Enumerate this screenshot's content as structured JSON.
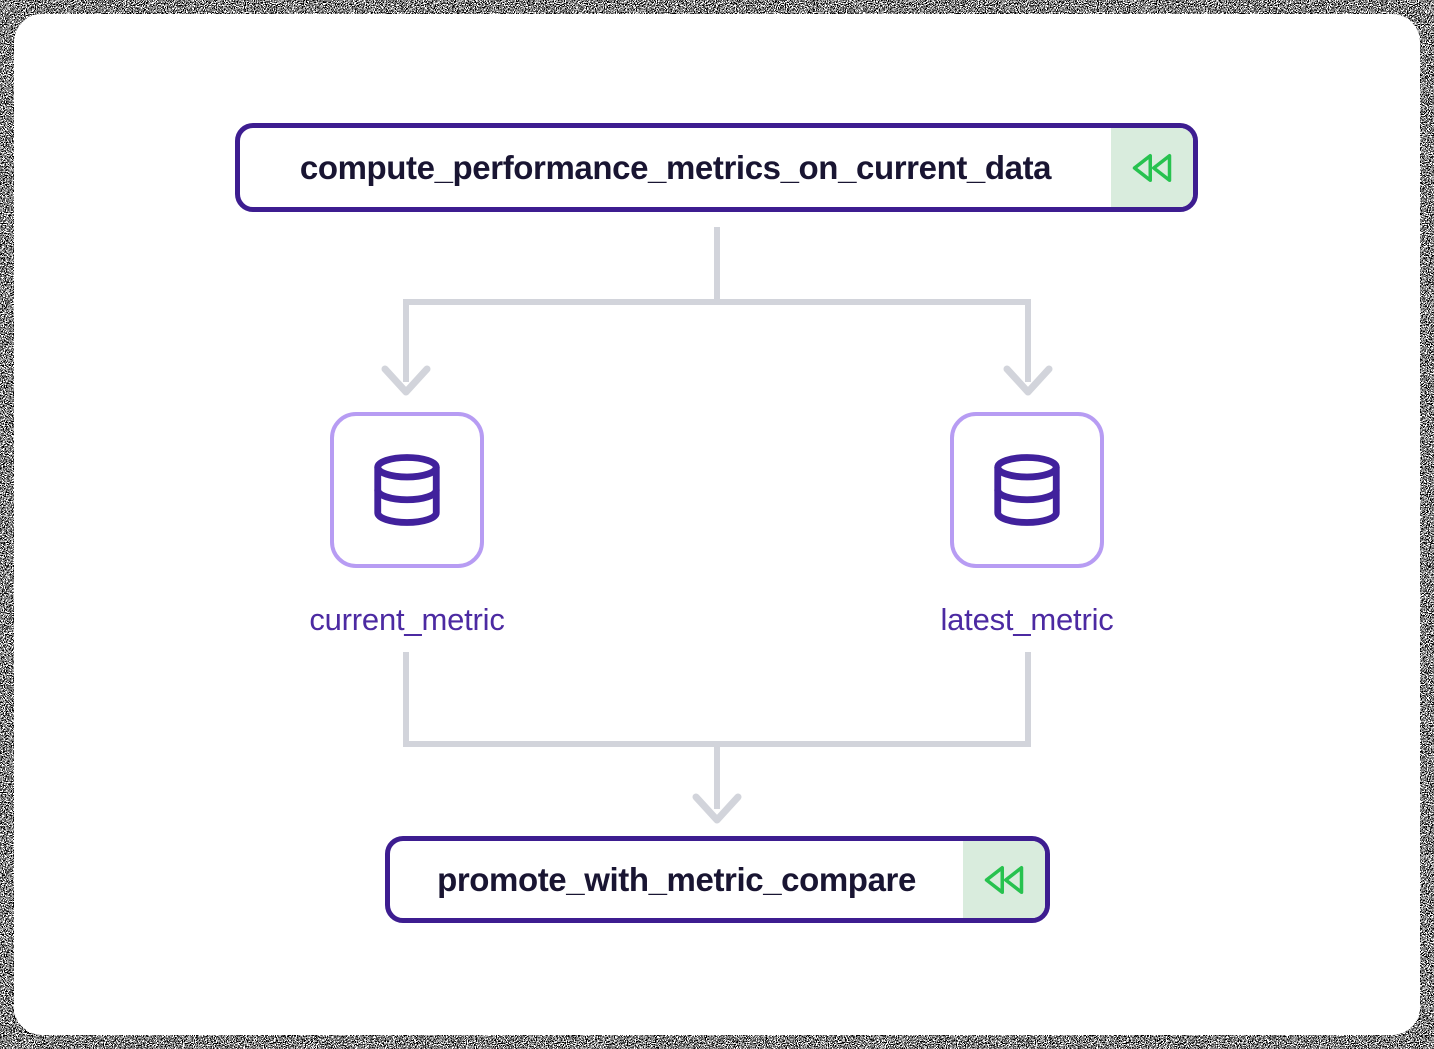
{
  "diagram": {
    "type": "pipeline-lineage-dag",
    "tasks": [
      {
        "id": "compute_performance_metrics_on_current_data",
        "label": "compute_performance_metrics_on_current_data",
        "badge_icon": "rewind-icon"
      },
      {
        "id": "promote_with_metric_compare",
        "label": "promote_with_metric_compare",
        "badge_icon": "rewind-icon"
      }
    ],
    "datasets": [
      {
        "id": "current_metric",
        "label": "current_metric",
        "icon": "database-icon"
      },
      {
        "id": "latest_metric",
        "label": "latest_metric",
        "icon": "database-icon"
      }
    ],
    "edges": [
      {
        "from": "compute_performance_metrics_on_current_data",
        "to": "current_metric"
      },
      {
        "from": "compute_performance_metrics_on_current_data",
        "to": "latest_metric"
      },
      {
        "from": "current_metric",
        "to": "promote_with_metric_compare"
      },
      {
        "from": "latest_metric",
        "to": "promote_with_metric_compare"
      }
    ],
    "colors": {
      "task_border": "#3d1d90",
      "task_text": "#191532",
      "badge_bg": "#d9ecdd",
      "badge_icon": "#27c24f",
      "dataset_border": "#b79cf3",
      "dataset_icon": "#41219c",
      "dataset_label": "#4c2aa2",
      "edge": "#d2d4db"
    }
  }
}
